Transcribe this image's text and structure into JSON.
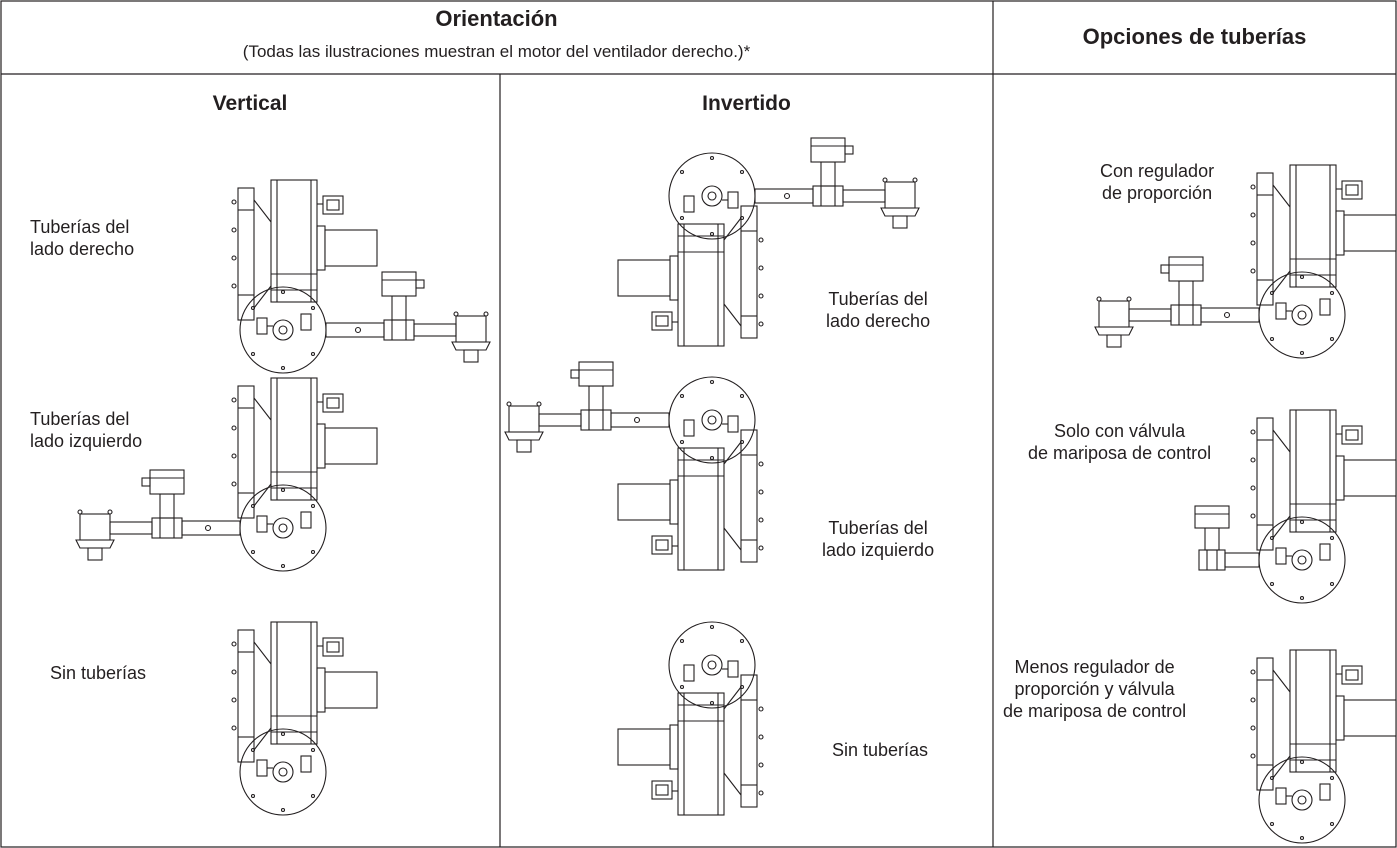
{
  "header": {
    "orientation_title": "Orientación",
    "orientation_subtitle": "(Todas las ilustraciones muestran el motor del ventilador derecho.)*",
    "piping_options_title": "Opciones de tuberías"
  },
  "columns": {
    "vertical": {
      "title": "Vertical",
      "items": [
        {
          "label_lines": [
            "Tuberías del",
            "lado derecho"
          ]
        },
        {
          "label_lines": [
            "Tuberías del",
            "lado izquierdo"
          ]
        },
        {
          "label_lines": [
            "Sin tuberías"
          ]
        }
      ]
    },
    "inverted": {
      "title": "Invertido",
      "items": [
        {
          "label_lines": [
            "Tuberías del",
            "lado derecho"
          ]
        },
        {
          "label_lines": [
            "Tuberías del",
            "lado izquierdo"
          ]
        },
        {
          "label_lines": [
            "Sin tuberías"
          ]
        }
      ]
    },
    "piping_options": {
      "items": [
        {
          "label_lines": [
            "Con regulador",
            "de proporción"
          ]
        },
        {
          "label_lines": [
            "Solo con válvula",
            "de mariposa de control"
          ]
        },
        {
          "label_lines": [
            "Menos regulador de",
            "proporción y válvula",
            "de mariposa de control"
          ]
        }
      ]
    }
  },
  "colors": {
    "line": "#231f20",
    "motor_fill": "#ffffff"
  }
}
